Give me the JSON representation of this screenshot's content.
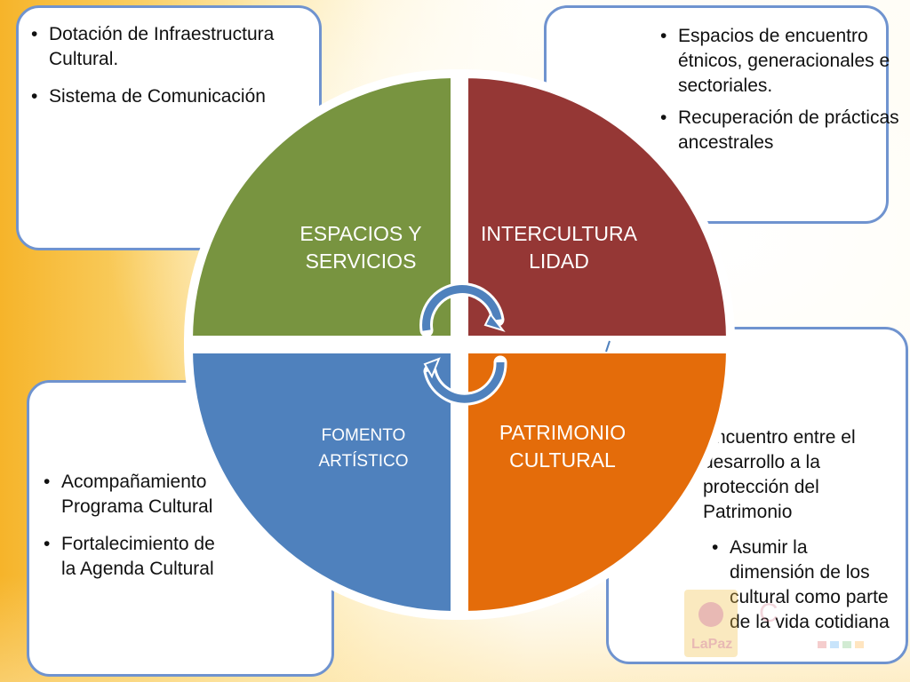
{
  "diagram": {
    "quadrants": [
      {
        "id": "tl",
        "label_line1": "ESPACIOS Y",
        "label_line2": "SERVICIOS",
        "color": "#789440"
      },
      {
        "id": "tr",
        "label_line1": "INTERCULTURA",
        "label_line2": "LIDAD",
        "color": "#953735"
      },
      {
        "id": "bl",
        "label_line1": "FOMENTO",
        "label_line2": "ARTÍSTICO",
        "color": "#4f81bd"
      },
      {
        "id": "br",
        "label_line1": "PATRIMONIO",
        "label_line2": "CULTURAL",
        "color": "#e46c0a"
      }
    ],
    "boxes": {
      "top_left": [
        "Dotación de Infraestructura Cultural.",
        "Sistema de Comunicación"
      ],
      "top_right": [
        "Espacios de encuentro étnicos, generacionales e sectoriales.",
        "Recuperación de prácticas ancestrales"
      ],
      "bottom_left": [
        "Acompañamiento Programa Cultural",
        "Fortalecimiento de la Agenda Cultural"
      ],
      "bottom_right": {
        "intro": "Encuentro entre el desarrollo a la protección del Patrimonio",
        "bullet": "Asumir la dimensión de los cultural como parte de la vida cotidiana"
      }
    },
    "colors": {
      "box_border": "#6f93cf",
      "arrow": "#4f81bd"
    },
    "logo_text": "LaPaz"
  }
}
